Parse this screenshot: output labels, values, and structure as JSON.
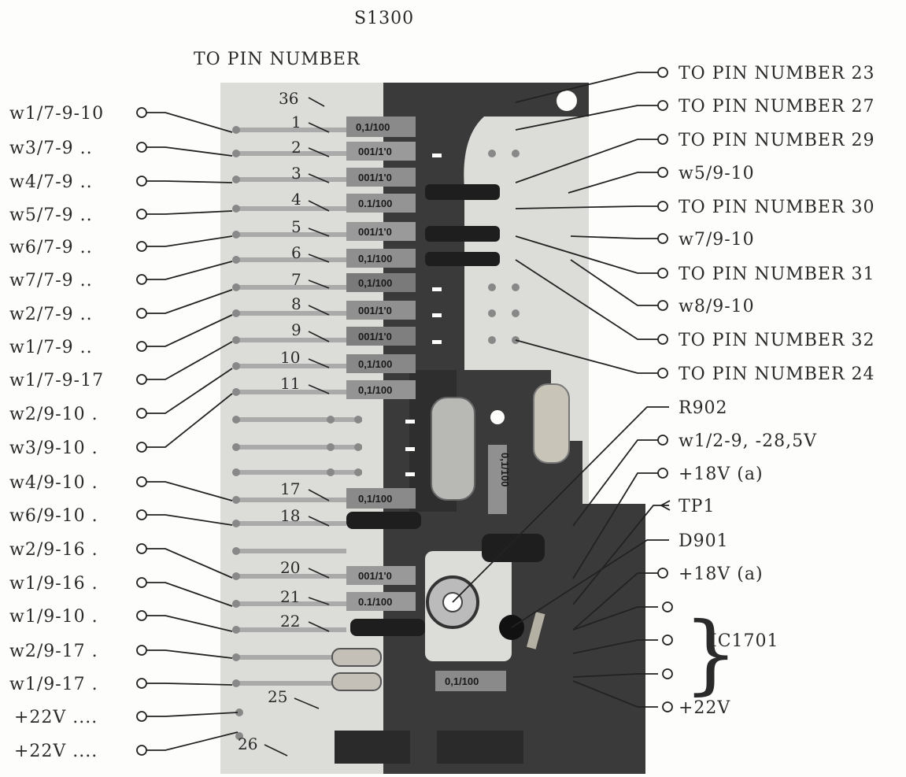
{
  "header": {
    "model": "S1300",
    "subtitle": "TO PIN NUMBER"
  },
  "left_labels": [
    "w1/7-9-10",
    "w3/7-9 ..",
    "w4/7-9 ..",
    "w5/7-9 ..",
    "w6/7-9 ..",
    "w7/7-9 ..",
    "w2/7-9 ..",
    "w1/7-9 ..",
    "w1/7-9-17",
    "w2/9-10 .",
    "w3/9-10 .",
    "w4/9-10 .",
    "w6/9-10 .",
    "w2/9-16 .",
    "w1/9-16 .",
    "w1/9-10 .",
    "w2/9-17 .",
    "w1/9-17 .",
    "+22V ....",
    "+22V ...."
  ],
  "right_labels": [
    "TO PIN NUMBER 23",
    "TO PIN NUMBER 27",
    "TO PIN NUMBER 29",
    "w5/9-10",
    "TO PIN NUMBER 30",
    "w7/9-10",
    "TO PIN NUMBER 31",
    "w8/9-10",
    "TO PIN NUMBER 32",
    "TO PIN NUMBER 24",
    "R902",
    "w1/2-9, -28,5V",
    "+18V (a)",
    "TP1",
    "D901",
    "+18V (a)",
    "IC1701",
    "+22V"
  ],
  "pin_numbers": [
    "36",
    "1",
    "2",
    "3",
    "4",
    "5",
    "6",
    "7",
    "8",
    "9",
    "10",
    "11",
    "17",
    "18",
    "20",
    "21",
    "22",
    "25",
    "26"
  ],
  "capacitor_labels": [
    "0,1/100",
    "001/1'0",
    "001/1'0",
    "0.1/100",
    "001/1'0",
    "0,1/100",
    "0,1/100",
    "001/1'0",
    "001/1'0",
    "0,1/100",
    "0,1/100",
    "0,1/100",
    "001/1'0",
    "0.1/100",
    "0,1/100",
    "0,1/100"
  ]
}
